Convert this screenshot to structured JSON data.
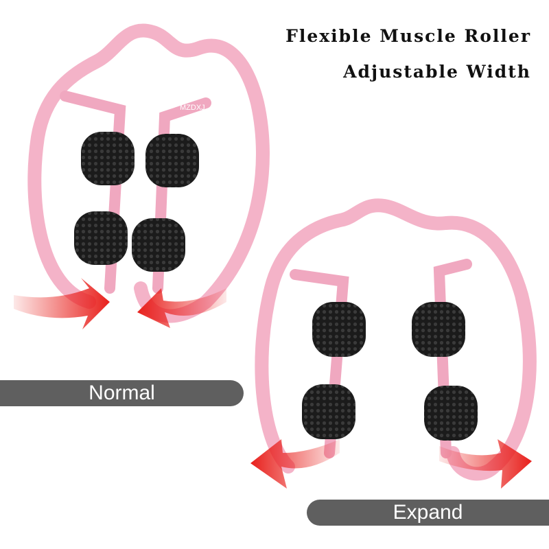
{
  "header": {
    "line1": "Flexible Muscle Roller",
    "line2": "Adjustable Width"
  },
  "labels": {
    "normal": "Normal",
    "expand": "Expand"
  },
  "product": {
    "brand_logo": "MZDXJ",
    "frame_color": "#f4b3c8",
    "roller_color": "#1a1a1a",
    "arrow_color": "#e8201c"
  }
}
